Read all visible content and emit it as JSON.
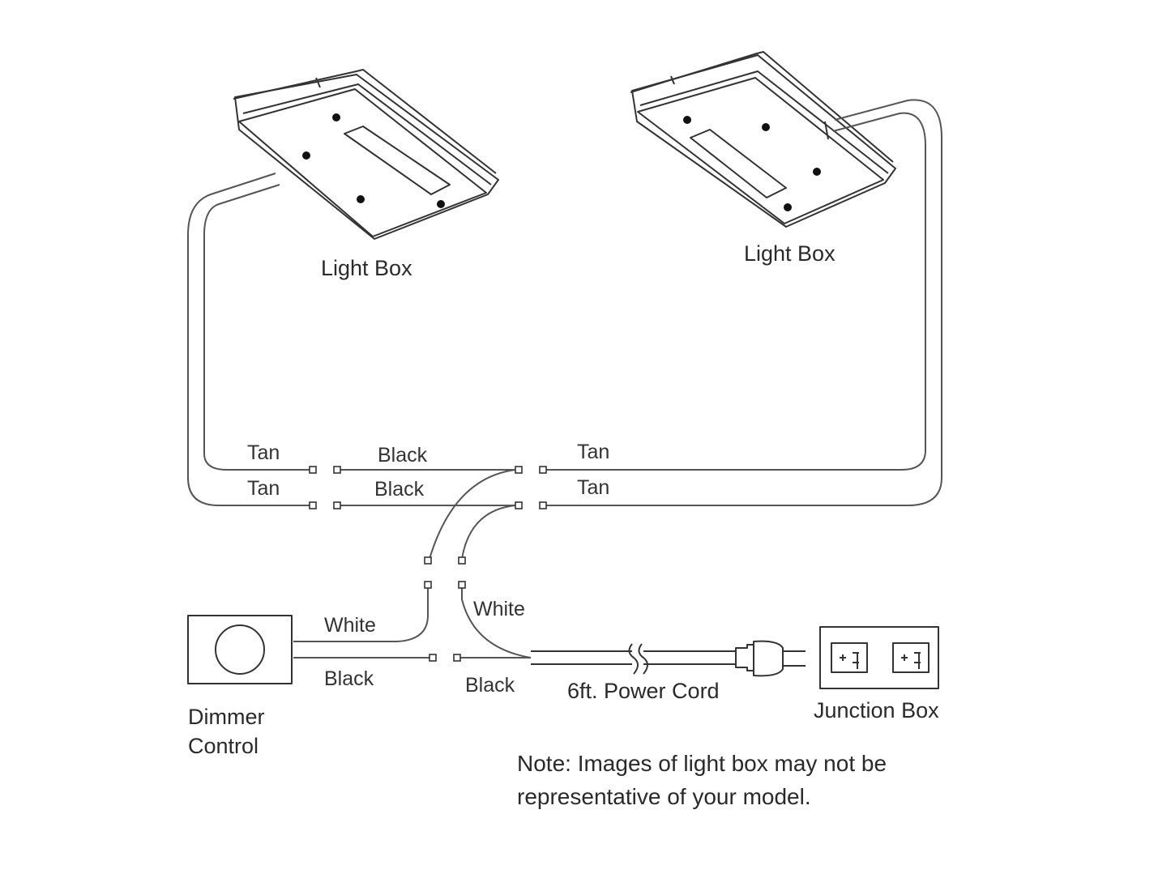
{
  "diagram": {
    "light_box_left_label": "Light Box",
    "light_box_right_label": "Light Box",
    "wires": {
      "tan_top_left": "Tan",
      "tan_bottom_left": "Tan",
      "black_top": "Black",
      "black_bottom": "Black",
      "tan_top_right": "Tan",
      "tan_bottom_right": "Tan",
      "white_dimmer": "White",
      "white_cord": "White",
      "black_dimmer": "Black",
      "black_cord": "Black"
    },
    "power_cord_label": "6ft. Power Cord",
    "junction_box_label": "Junction Box",
    "dimmer_label_line1": "Dimmer",
    "dimmer_label_line2": "Control",
    "note_line1": "Note:  Images of light box may not be",
    "note_line2": "representative of your model."
  }
}
